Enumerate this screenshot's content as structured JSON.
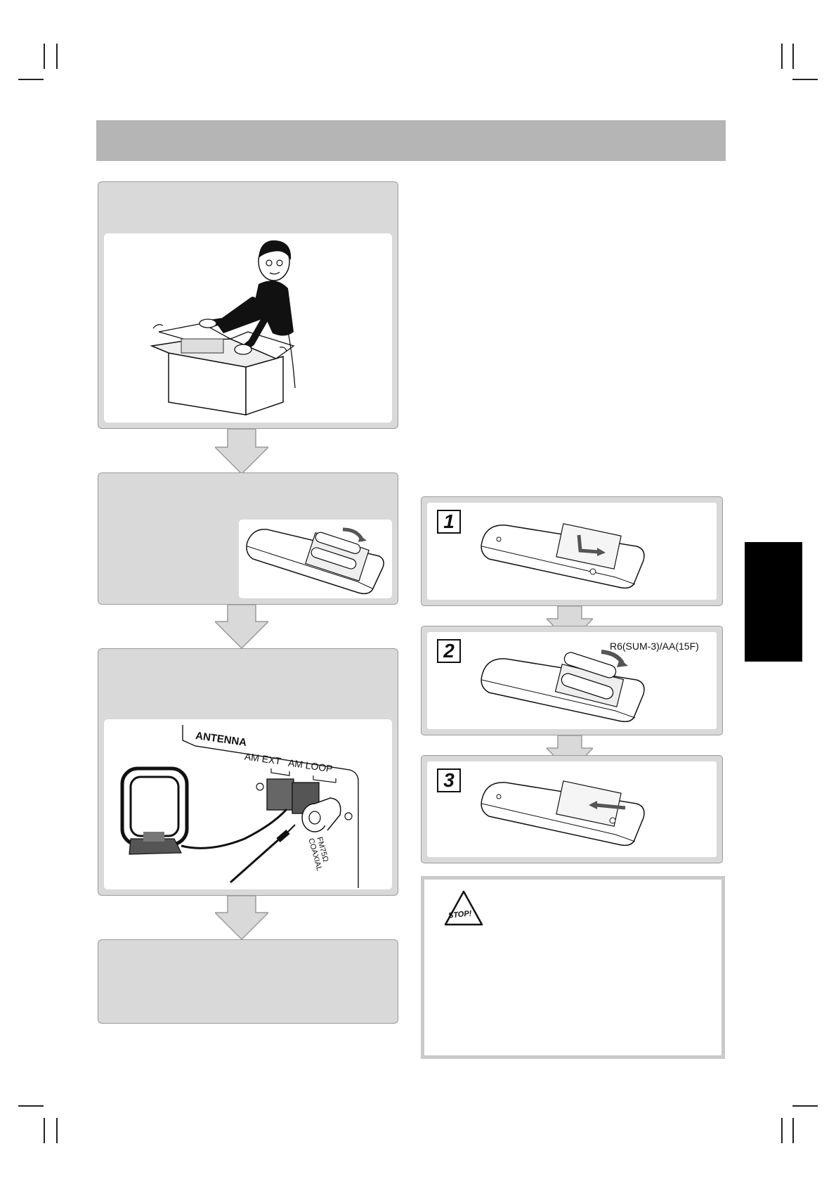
{
  "remote_steps": [
    {
      "number": "1"
    },
    {
      "number": "2",
      "battery_label": "R6(SUM-3)/AA(15F)"
    },
    {
      "number": "3"
    }
  ],
  "antenna_panel": {
    "antenna_label": "ANTENNA",
    "am_ext_label": "AM EXT",
    "am_loop_label": "AM LOOP",
    "fm_label_line1": "FM75Ω",
    "fm_label_line2": "COAXIAL"
  },
  "caution": {
    "icon_text": "STOP!"
  },
  "colors": {
    "header_bar": "#b5b5b5",
    "panel_fill": "#d9d9d9",
    "panel_border": "#9a9a9a",
    "side_tab": "#000000",
    "caution_border": "#c9c9c9"
  }
}
